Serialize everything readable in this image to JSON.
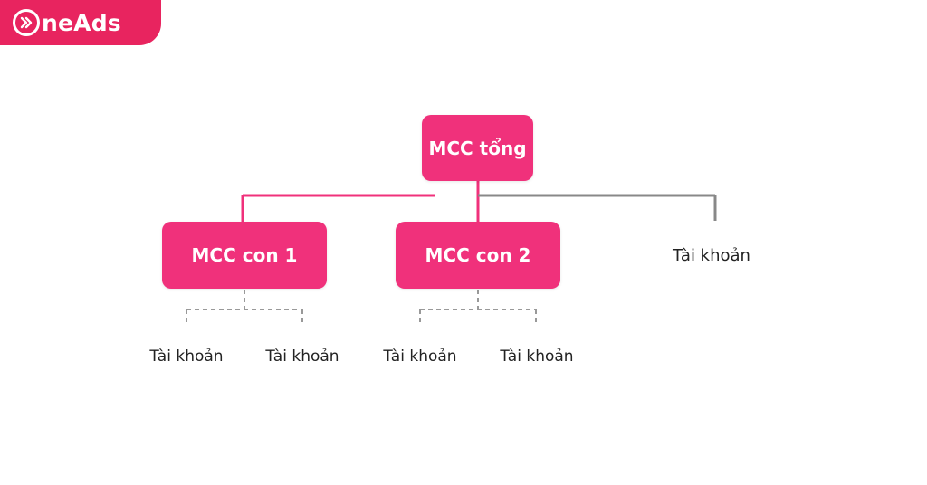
{
  "brand": {
    "name": "neAds",
    "color": "#e8245f",
    "accent_text_color": "#ffffff",
    "icon": "play-circle-icon"
  },
  "colors": {
    "node_fill": "#f0317b",
    "line_pink": "#f0317b",
    "line_gray": "#888888",
    "line_dashed": "#999999"
  },
  "diagram": {
    "root": {
      "label": "MCC tổng"
    },
    "children": [
      {
        "label": "MCC con 1",
        "accounts": [
          "Tài khoản",
          "Tài khoản"
        ]
      },
      {
        "label": "MCC con 2",
        "accounts": [
          "Tài khoản",
          "Tài khoản"
        ]
      }
    ],
    "direct_account": {
      "label": "Tài khoản"
    }
  }
}
